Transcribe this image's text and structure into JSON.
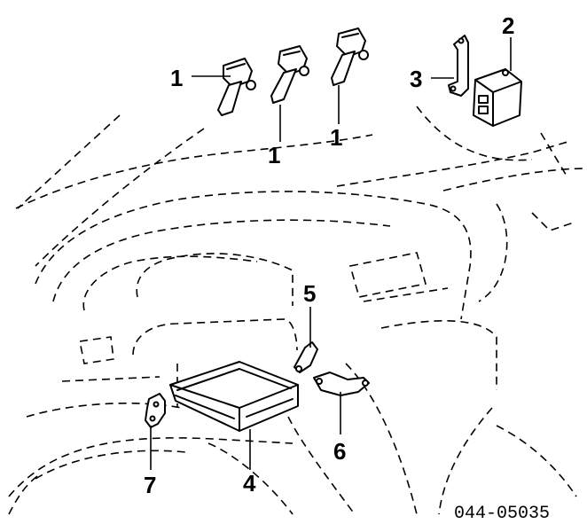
{
  "callouts": {
    "coil_left": "1",
    "coil_mid": "1",
    "coil_right": "1",
    "relay": "2",
    "bracket_relay": "3",
    "ecu": "4",
    "sensor_upper": "5",
    "sensor_lower": "6",
    "bracket_left": "7"
  },
  "diagram_code": "044-05035"
}
